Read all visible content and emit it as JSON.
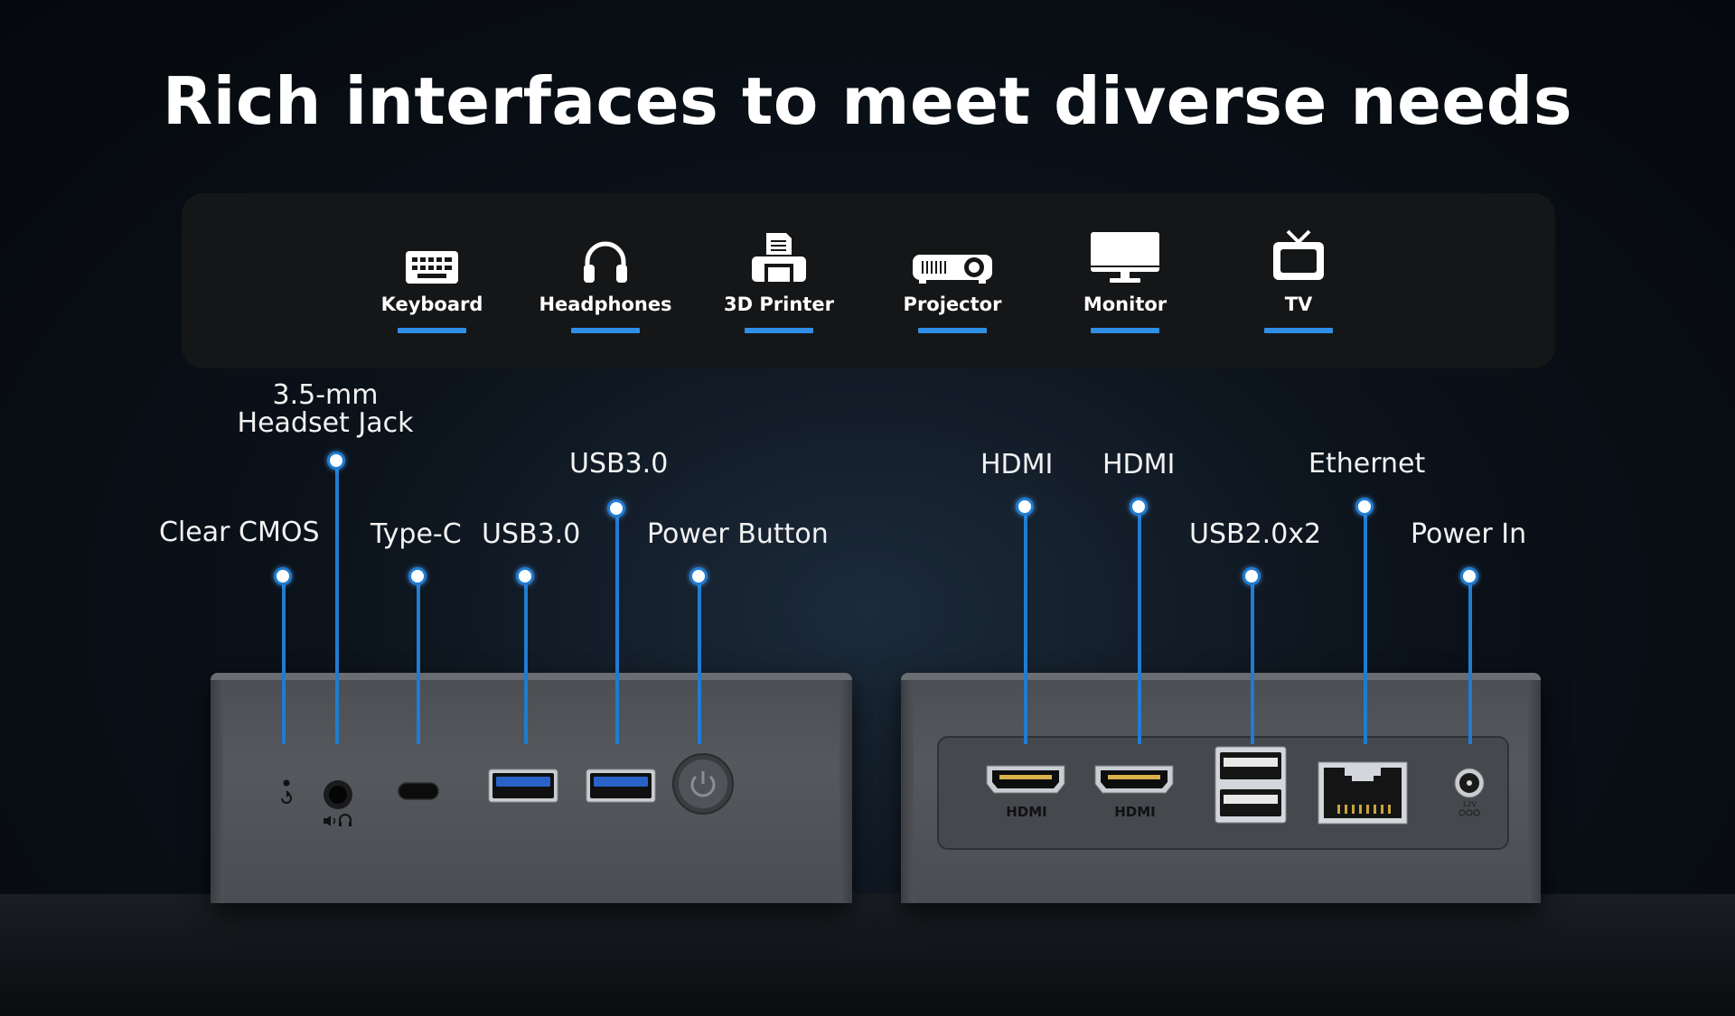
{
  "title": "Rich interfaces to meet diverse needs",
  "devices": [
    {
      "label": "Keyboard",
      "icon": "keyboard-icon"
    },
    {
      "label": "Headphones",
      "icon": "headphones-icon"
    },
    {
      "label": "3D Printer",
      "icon": "printer-icon"
    },
    {
      "label": "Projector",
      "icon": "projector-icon"
    },
    {
      "label": "Monitor",
      "icon": "monitor-icon"
    },
    {
      "label": "TV",
      "icon": "tv-icon"
    }
  ],
  "front_ports": {
    "clear_cmos": "Clear CMOS",
    "headset_jack_line1": "3.5-mm",
    "headset_jack_line2": "Headset Jack",
    "type_c": "Type-C",
    "usb30_a": "USB3.0",
    "usb30_b": "USB3.0",
    "power_button": "Power Button"
  },
  "rear_ports": {
    "hdmi_a": "HDMI",
    "hdmi_b": "HDMI",
    "usb20x2": "USB2.0x2",
    "ethernet": "Ethernet",
    "power_in": "Power In"
  },
  "port_marks": {
    "hdmi_logo": "HDMI",
    "dc_rating": "12V"
  },
  "colors": {
    "accent": "#1f7cd1",
    "bar": "#2f8fe6",
    "panel": "#151617"
  }
}
